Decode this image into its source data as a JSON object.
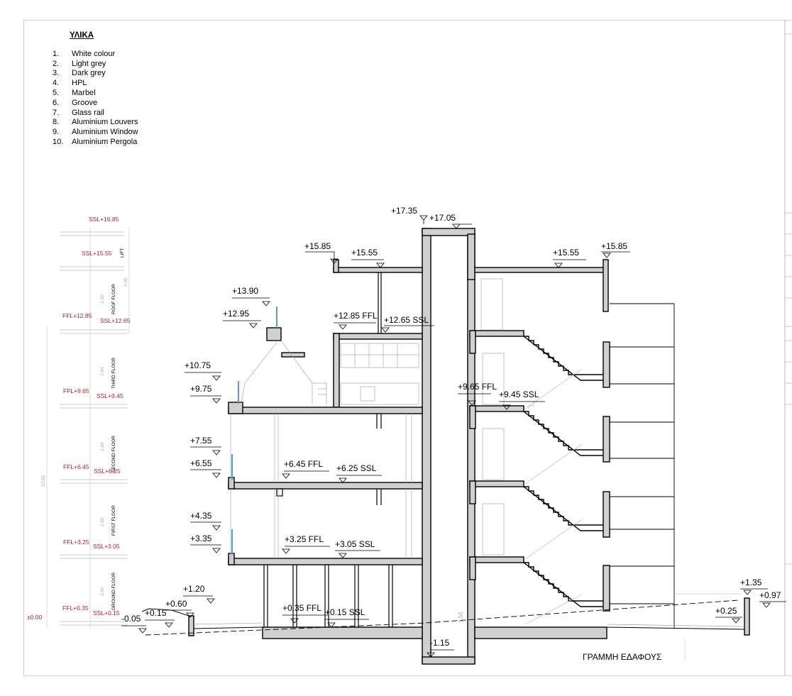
{
  "materials": {
    "title": "ΥΛΙΚΑ",
    "items": [
      {
        "num": "1.",
        "label": "White colour"
      },
      {
        "num": "2.",
        "label": "Light grey"
      },
      {
        "num": "3.",
        "label": "Dark grey"
      },
      {
        "num": "4.",
        "label": "HPL"
      },
      {
        "num": "5.",
        "label": "Marbel"
      },
      {
        "num": "6.",
        "label": "Groove"
      },
      {
        "num": "7.",
        "label": "Glass rail"
      },
      {
        "num": "8.",
        "label": "Aluminium Louvers"
      },
      {
        "num": "9.",
        "label": "Aluminium Window"
      },
      {
        "num": "10.",
        "label": "Aluminium Pergola"
      }
    ]
  },
  "left_scale": {
    "levels": [
      {
        "ffl": "",
        "ssl": "SSL+16.85"
      },
      {
        "ffl": "",
        "ssl": "SSL+15.55"
      },
      {
        "ffl": "FFL+12.85",
        "ssl": "SSL+12.65"
      },
      {
        "ffl": "FFL+9.65",
        "ssl": "SSL+9.45"
      },
      {
        "ffl": "FFL+6.45",
        "ssl": "SSL+6.25"
      },
      {
        "ffl": "FFL+3.25",
        "ssl": "SSL+3.05"
      },
      {
        "ffl": "FFL+0.35",
        "ssl": "SSL+0.15"
      }
    ],
    "zero": "±0.00",
    "floor_names": [
      "LIFT",
      "ROOF FLOOR",
      "THIRD FLOOR",
      "SECOND FLOOR",
      "FIRST FLOOR",
      "GROUND FLOOR"
    ],
    "dims": [
      "4.00",
      "2.50",
      "2.80",
      "2.80",
      "2.80",
      "2.50"
    ],
    "total_dim": "12.85",
    "label_color": "#b2222a"
  },
  "section_levels": {
    "lift_top": "+17.35",
    "lift_slab": "+17.05",
    "roof_left_parapet": "+15.85",
    "roof_left_slab": "+15.55",
    "roof_right_slab": "+15.55",
    "roof_right_parapet": "+15.85",
    "pergola_top": "+13.90",
    "pergola_bottom": "+12.95",
    "roof_ffl": "+12.85 FFL",
    "roof_ssl": "+12.65 SSL",
    "third_rail": "+10.75",
    "third_terrace": "+9.75",
    "stair_ffl_3": "+9.65 FFL",
    "stair_ssl_3": "+9.45 SSL",
    "second_rail": "+7.55",
    "second_terrace": "+6.55",
    "second_ffl": "+6.45 FFL",
    "second_ssl": "+6.25 SSL",
    "first_rail": "+4.35",
    "first_terrace": "+3.35",
    "first_ffl": "+3.25 FFL",
    "first_ssl": "+3.05 SSL",
    "wall_top": "+1.20",
    "wall_left": "+0.60",
    "path_left": "+0.15",
    "ground_left": "-0.05",
    "ground_ffl": "+0.35 FFL",
    "ground_ssl": "+0.15 SSL",
    "pit": "-1.15",
    "right_wall_top": "+1.35",
    "right_wall_side": "+0.97",
    "right_ground": "+0.25"
  },
  "ground_label": "ΓΡΑΜΜΗ ΕΔΑΦΟΥΣ",
  "pit_dim": "1.50",
  "colors": {
    "concrete": "#d0d0d0",
    "line": "#000000",
    "glass": "#5b9bd5",
    "annotation": "#b2222a"
  }
}
